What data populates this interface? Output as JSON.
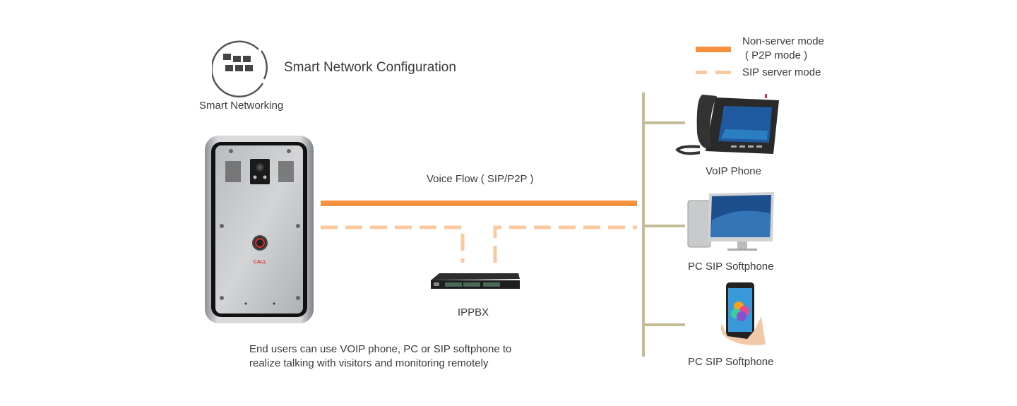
{
  "header": {
    "feature_icon": "smart-networking-icon",
    "feature_label": "Smart Networking",
    "title": "Smart Network Configuration"
  },
  "legend": {
    "items": [
      {
        "style": "solid",
        "label_line1": "Non-server mode",
        "label_line2": "( P2P mode )",
        "color": "#f6923f"
      },
      {
        "style": "dashed",
        "label_line1": "SIP server mode",
        "color": "#fbc9a0"
      }
    ]
  },
  "diagram": {
    "source_device": {
      "name": "door-intercom",
      "button_label": "CALL"
    },
    "voice_flow_label": "Voice Flow ( SIP/P2P )",
    "server": {
      "label": "IPPBX"
    },
    "endpoints": [
      {
        "label": "VoIP Phone",
        "icon": "voip-phone-icon"
      },
      {
        "label": "PC SIP Softphone",
        "icon": "desktop-computer-icon"
      },
      {
        "label": "PC SIP Softphone",
        "icon": "smartphone-icon"
      }
    ],
    "bus_color": "#c5bb97",
    "caption_line1": "End users can use VOIP phone, PC or SIP softphone to",
    "caption_line2": "realize talking with visitors and monitoring remotely"
  }
}
